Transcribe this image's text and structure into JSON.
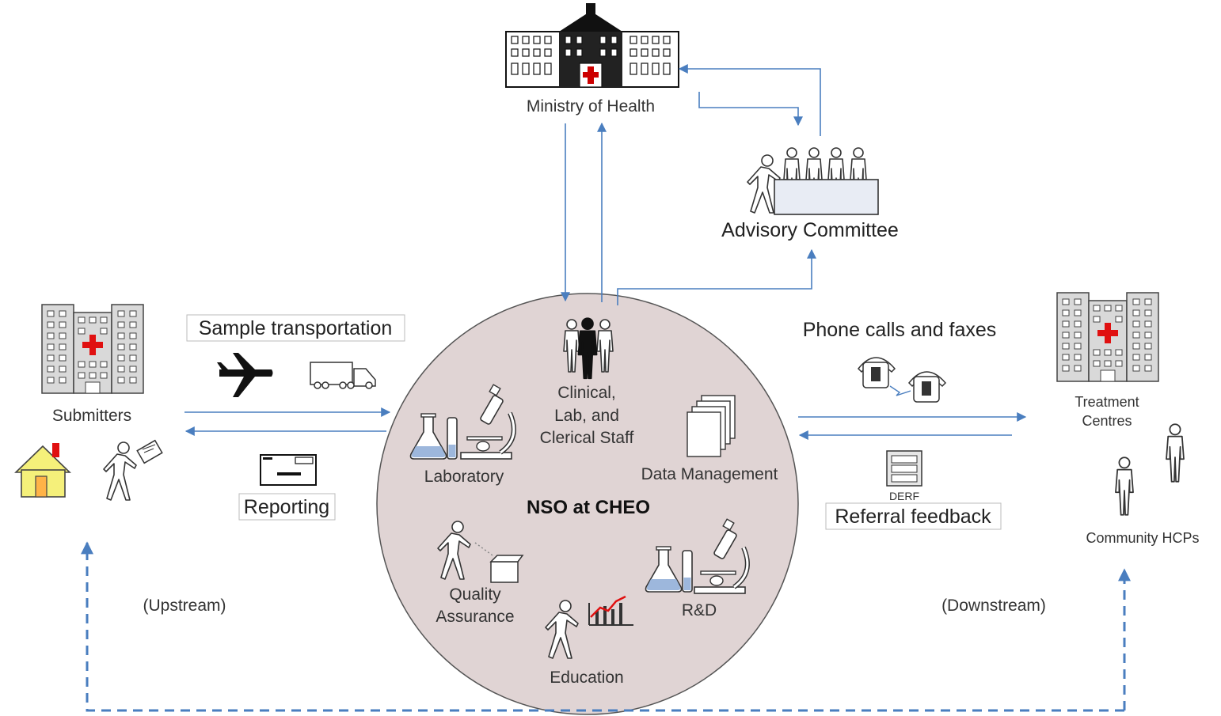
{
  "nodes": {
    "ministry": "Ministry of Health",
    "advisory": "Advisory Committee",
    "submitters": "Submitters",
    "treatment": [
      "Treatment",
      "Centres"
    ],
    "community": "Community HCPs",
    "center": "NSO at CHEO"
  },
  "center_units": {
    "staff": [
      "Clinical,",
      "Lab, and",
      "Clerical Staff"
    ],
    "laboratory": "Laboratory",
    "data_management": "Data Management",
    "quality": [
      "Quality",
      "Assurance"
    ],
    "rnd": "R&D",
    "education": "Education"
  },
  "flows": {
    "sample_transport": "Sample transportation",
    "reporting": "Reporting",
    "phone": "Phone calls and faxes",
    "derf": "DERF",
    "referral": "Referral feedback",
    "upstream": "(Upstream)",
    "downstream": "(Downstream)"
  },
  "colors": {
    "arrow": "#4a7ebf",
    "circle_fill": "#e0d4d4",
    "hospital_cross": "#e01010",
    "house_fill": "#f5f07a"
  },
  "icons": [
    "building-icon",
    "committee-icon",
    "hospital-icon",
    "house-icon",
    "courier-icon",
    "airplane-icon",
    "truck-icon",
    "envelope-icon",
    "phone-icon",
    "form-icon",
    "person-icon",
    "flask-icon",
    "microscope-icon",
    "documents-icon",
    "chart-icon"
  ]
}
